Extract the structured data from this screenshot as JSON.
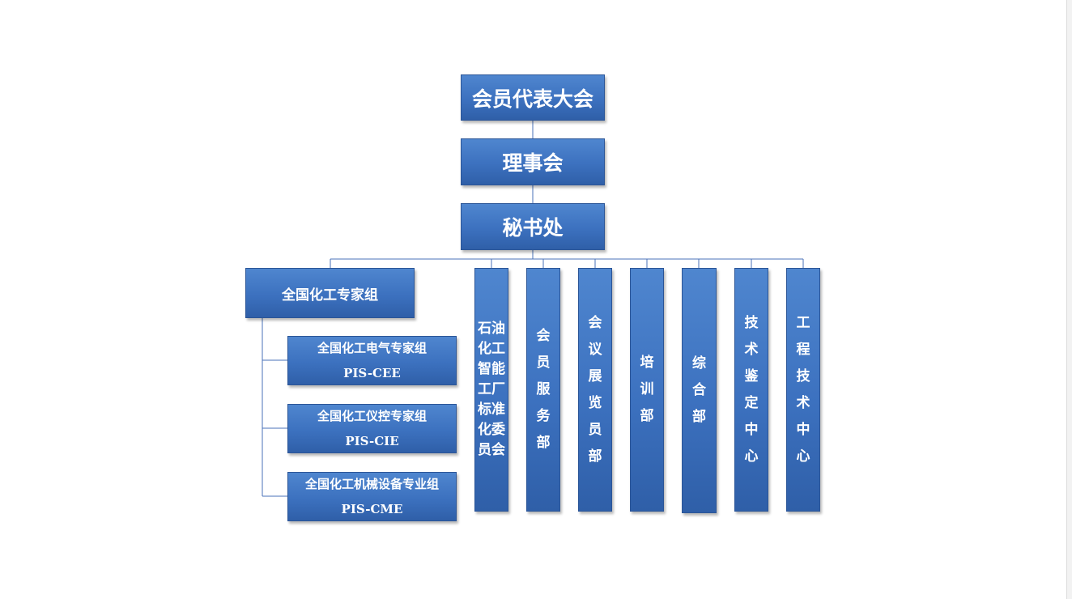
{
  "org": {
    "assembly": "会员代表大会",
    "council": "理事会",
    "secretariat": "秘书处",
    "expert_group": {
      "title": "全国化工专家组",
      "subgroups": [
        {
          "name": "全国化工电气专家组",
          "code": "PIS-CEE"
        },
        {
          "name": "全国化工仪控专家组",
          "code": "PIS-CIE"
        },
        {
          "name": "全国化工机械设备专业组",
          "code": "PIS-CME"
        }
      ]
    },
    "departments": [
      "石油化工智能工厂标准化委员会",
      "会员服务部",
      "会议展览员部",
      "培训部",
      "综合部",
      "技术鉴定中心",
      "工程技术中心"
    ]
  },
  "colors": {
    "box_fill": "#3c71bf",
    "box_border": "#2b5597",
    "connector": "#4a72b8",
    "text": "#ffffff"
  }
}
